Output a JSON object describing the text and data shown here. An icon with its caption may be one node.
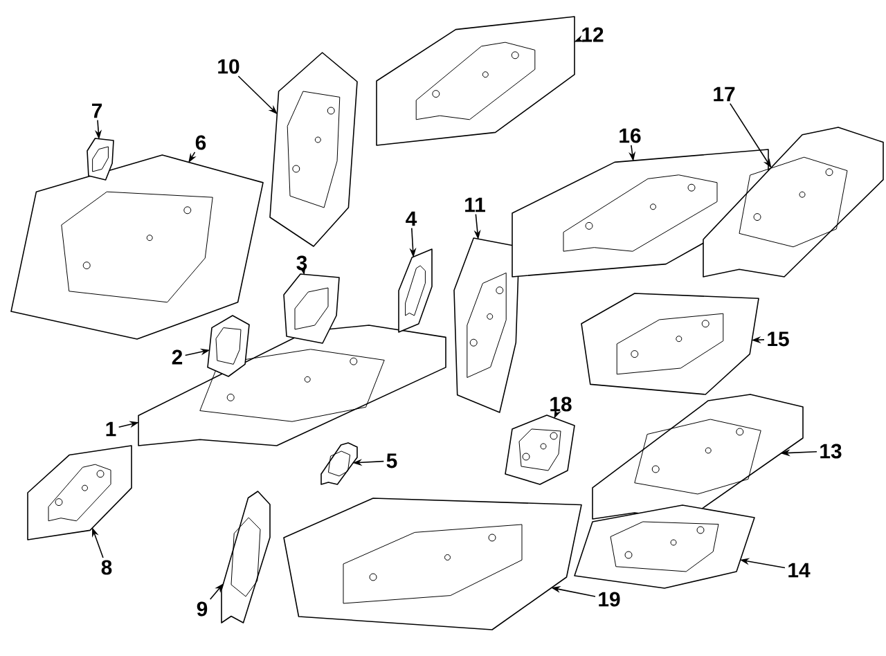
{
  "diagram": {
    "nodes": [
      {
        "text": [
          "1"
        ]
      },
      {
        "text": [
          "2"
        ]
      },
      {
        "text": [
          "3"
        ]
      },
      {
        "text": [
          "4"
        ]
      },
      {
        "text": [
          "5"
        ]
      },
      {
        "text": [
          "6"
        ]
      },
      {
        "text": [
          "7"
        ]
      },
      {
        "text": [
          "8"
        ]
      },
      {
        "text": [
          "9"
        ]
      },
      {
        "text": [
          "10"
        ]
      },
      {
        "text": [
          "11"
        ]
      },
      {
        "text": [
          "12"
        ]
      },
      {
        "text": [
          "13"
        ]
      },
      {
        "text": [
          "14"
        ]
      },
      {
        "text": [
          "15"
        ]
      },
      {
        "text": [
          "16"
        ]
      },
      {
        "text": [
          "17"
        ]
      },
      {
        "text": [
          "18"
        ]
      },
      {
        "text": [
          "19"
        ]
      },
      {
        "text": [],
        "shape": "picture"
      },
      {
        "text": [],
        "shape": "picture"
      },
      {
        "text": [],
        "shape": "picture"
      },
      {
        "text": [],
        "shape": "picture"
      },
      {
        "text": [],
        "shape": "picture"
      },
      {
        "text": [],
        "shape": "picture"
      },
      {
        "text": [],
        "shape": "picture"
      },
      {
        "text": [],
        "shape": "picture"
      },
      {
        "text": [],
        "shape": "picture"
      },
      {
        "text": [],
        "shape": "picture"
      },
      {
        "text": [],
        "shape": "picture"
      },
      {
        "text": [],
        "shape": "picture"
      },
      {
        "text": [],
        "shape": "picture"
      },
      {
        "text": [],
        "shape": "picture"
      },
      {
        "text": [],
        "shape": "picture"
      },
      {
        "text": [],
        "shape": "picture"
      },
      {
        "text": [],
        "shape": "picture"
      },
      {
        "text": [],
        "shape": "picture"
      },
      {
        "text": [],
        "shape": "picture"
      }
    ],
    "edges": [
      {
        "from": 0,
        "to": 19,
        "arrow": "to"
      },
      {
        "from": 1,
        "to": 20,
        "arrow": "to"
      },
      {
        "from": 2,
        "to": 21,
        "arrow": "to"
      },
      {
        "from": 3,
        "to": 22,
        "arrow": "to"
      },
      {
        "from": 4,
        "to": 23,
        "arrow": "to"
      },
      {
        "from": 5,
        "to": 24,
        "arrow": "to"
      },
      {
        "from": 6,
        "to": 25,
        "arrow": "to"
      },
      {
        "from": 7,
        "to": 26,
        "arrow": "to"
      },
      {
        "from": 8,
        "to": 27,
        "arrow": "to"
      },
      {
        "from": 9,
        "to": 28,
        "arrow": "to"
      },
      {
        "from": 10,
        "to": 29,
        "arrow": "to"
      },
      {
        "from": 11,
        "to": 30,
        "arrow": "to"
      },
      {
        "from": 12,
        "to": 31,
        "arrow": "to"
      },
      {
        "from": 13,
        "to": 32,
        "arrow": "to"
      },
      {
        "from": 14,
        "to": 33,
        "arrow": "to"
      },
      {
        "from": 15,
        "to": 34,
        "arrow": "to"
      },
      {
        "from": 16,
        "to": 35,
        "arrow": "to"
      },
      {
        "from": 17,
        "to": 36,
        "arrow": "to"
      },
      {
        "from": 18,
        "to": 37,
        "arrow": "to"
      }
    ]
  }
}
